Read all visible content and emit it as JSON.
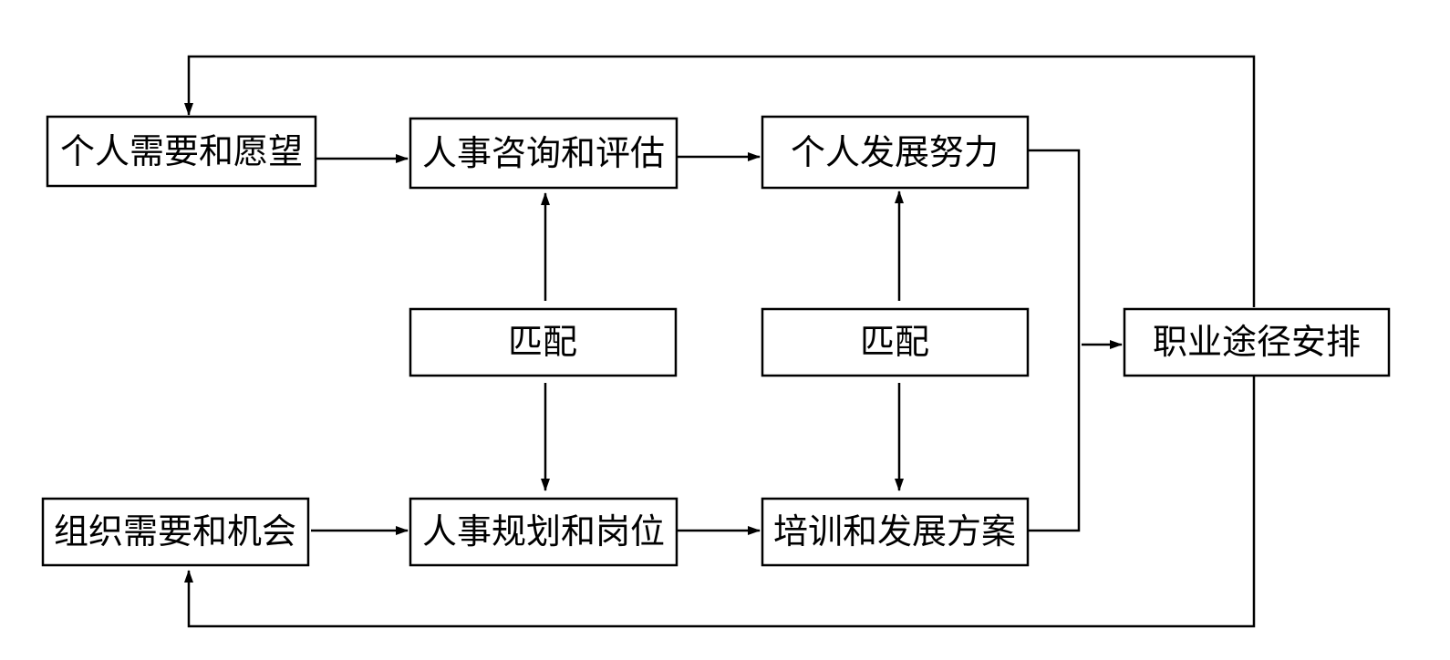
{
  "nodes": {
    "personal_needs": "个人需要和愿望",
    "personnel_consulting": "人事咨询和评估",
    "personal_development": "个人发展努力",
    "match_left": "匹配",
    "match_right": "匹配",
    "career_path": "职业途径安排",
    "org_needs": "组织需要和机会",
    "personnel_planning": "人事规划和岗位",
    "training_plan": "培训和发展方案"
  },
  "colors": {
    "stroke": "#000000",
    "background": "#ffffff"
  }
}
